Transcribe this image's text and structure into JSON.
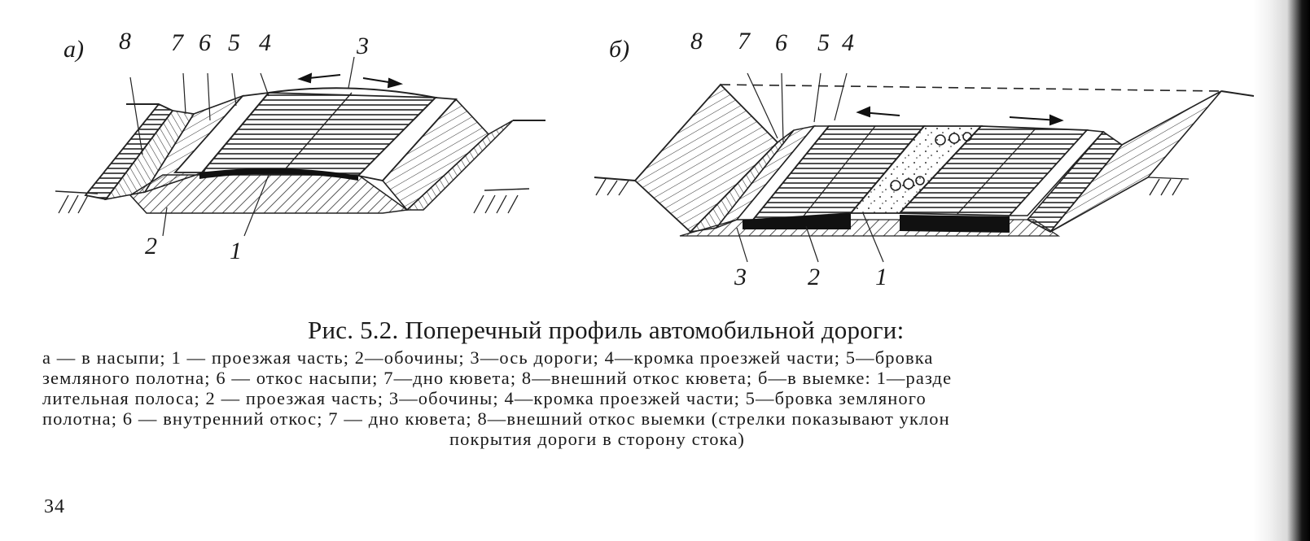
{
  "figure": {
    "a": {
      "label": "а)",
      "numbers": [
        "8",
        "7",
        "6",
        "5",
        "4",
        "3",
        "2",
        "1"
      ]
    },
    "b": {
      "label": "б)",
      "numbers": [
        "8",
        "7",
        "6",
        "5",
        "4",
        "3",
        "2",
        "1"
      ]
    }
  },
  "caption": {
    "title": "Рис. 5.2. Поперечный профиль автомобильной дороги:",
    "lines": [
      "а — в насыпи; 1 — проезжая часть; 2—обочины; 3—ось дороги; 4—кромка проезжей части; 5—бровка",
      "земляного полотна; 6 — откос насыпи; 7—дно кювета; 8—внешний откос кювета; б—в выемке: 1—разде",
      "лительная полоса; 2 — проезжая часть; 3—обочины; 4—кромка проезжей части; 5—бровка земляного",
      "полотна; 6 — внутренний откос; 7 — дно кювета; 8—внешний откос выемки (стрелки показывают уклон",
      "покрытия дороги в сторону стока)"
    ]
  },
  "page_number": "34"
}
